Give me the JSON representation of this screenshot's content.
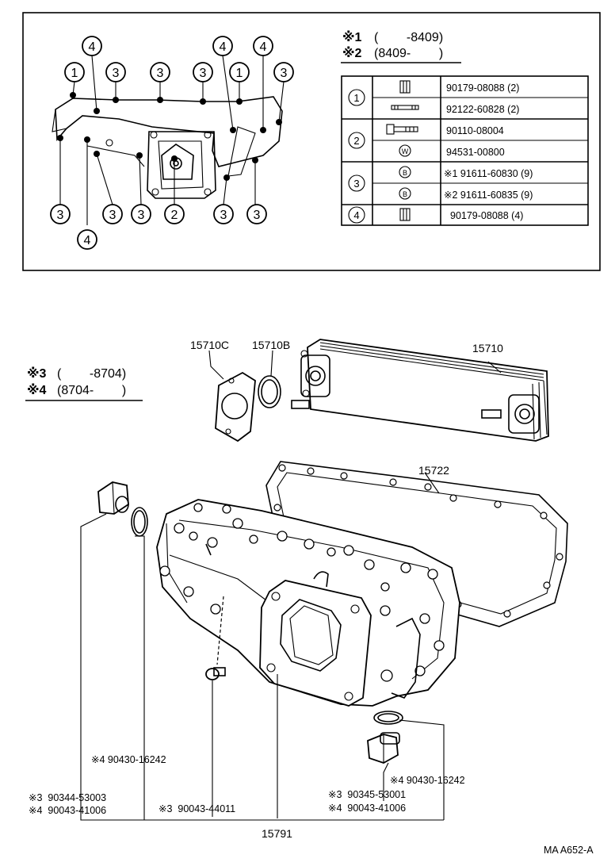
{
  "inset": {
    "variants": [
      {
        "mark": "※1",
        "range": "(        -8409)"
      },
      {
        "mark": "※2",
        "range": "(8409-        )"
      }
    ],
    "callouts": {
      "one": "1",
      "two": "2",
      "three": "3",
      "four": "4"
    },
    "table": [
      {
        "ref": "1",
        "rows": [
          {
            "part": "90179-08088 (2)",
            "icon": "nut-icon"
          },
          {
            "part": "92122-60828 (2)",
            "icon": "stud-icon"
          }
        ]
      },
      {
        "ref": "2",
        "rows": [
          {
            "part": "90110-08004",
            "icon": "bolt-icon"
          },
          {
            "part": "94531-00800",
            "icon": "washer-w-icon",
            "glyph": "W"
          }
        ]
      },
      {
        "ref": "3",
        "rows": [
          {
            "part": "※1 91611-60830 (9)",
            "icon": "bolt-b-icon",
            "glyph": "B"
          },
          {
            "part": "※2 91611-60835 (9)",
            "icon": "bolt-b-icon",
            "glyph": "B"
          }
        ]
      },
      {
        "ref": "4",
        "rows": [
          {
            "part": "90179-08088 (4)",
            "icon": "nut-icon"
          }
        ]
      }
    ]
  },
  "main": {
    "variants": [
      {
        "mark": "※3",
        "range": "(        -8704)"
      },
      {
        "mark": "※4",
        "range": "(8704-        )"
      }
    ],
    "labels": {
      "p15710c": "15710C",
      "p15710b": "15710B",
      "p15710": "15710",
      "p15722": "15722",
      "p15791": "15791",
      "l_4_90430_left": "※4 90430-16242",
      "l_3_90344": "※3  90344-53003",
      "l_4_90043_left": "※4  90043-41006",
      "l_3_90043_44011": "※3  90043-44011",
      "l_4_90430_right": "※4 90430-16242",
      "l_3_90345": "※3  90345-53001",
      "l_4_90043_right": "※4  90043-41006"
    },
    "footer_code": "MA A652-A"
  }
}
